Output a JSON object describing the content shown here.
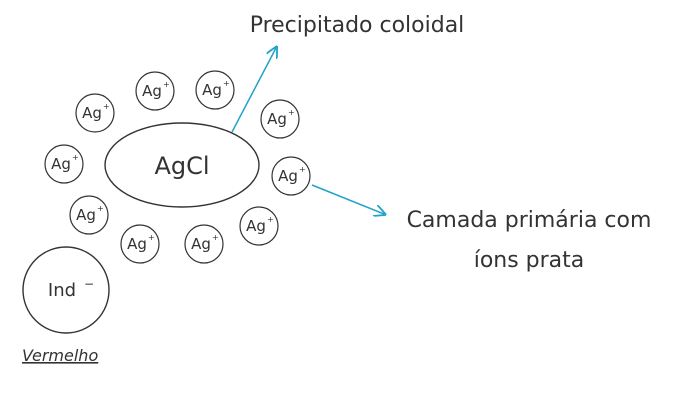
{
  "colors": {
    "stroke": "#333333",
    "arrow": "#1fa3c9",
    "text": "#333333"
  },
  "core": {
    "label": "AgCl"
  },
  "ion": {
    "label": "Ag",
    "charge": "+"
  },
  "indicator": {
    "label": "Ind",
    "charge": "−"
  },
  "callouts": {
    "top": "Precipitado coloidal",
    "right_line1": "Camada primária com",
    "right_line2": "íons prata"
  },
  "legend": {
    "label": "Vermelho"
  }
}
